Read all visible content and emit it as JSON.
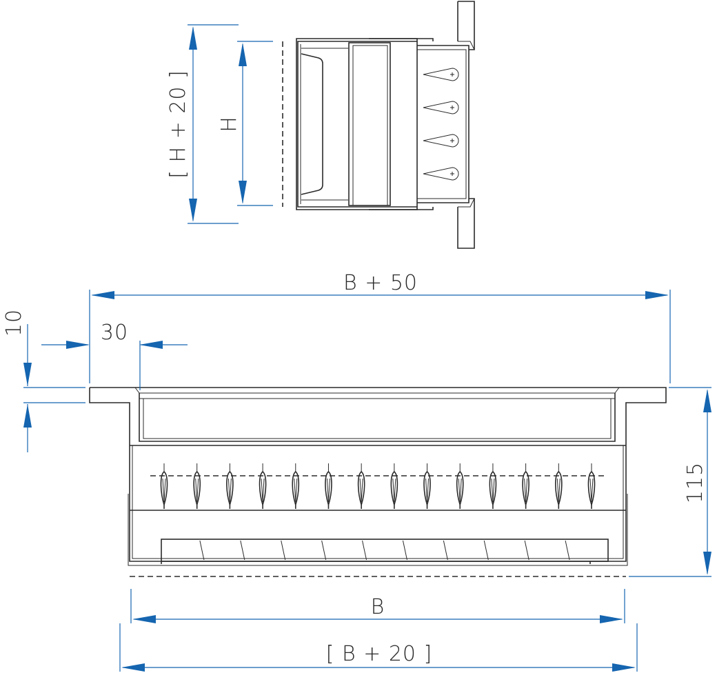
{
  "dimensions": {
    "h_plus_20": "[ H + 20 ]",
    "h": "H",
    "b_plus_50": "B + 50",
    "flange_width": "30",
    "flange_thickness": "10",
    "height": "115",
    "b": "B",
    "b_plus_20": "[ B + 20 ]"
  },
  "colors": {
    "dimension": "#1565b0",
    "outline": "#2a2a2a",
    "background": "#ffffff"
  },
  "views": {
    "side_view": {
      "wedge_count": 4
    },
    "front_view": {
      "pin_count": 14,
      "slot_count": 11
    }
  }
}
